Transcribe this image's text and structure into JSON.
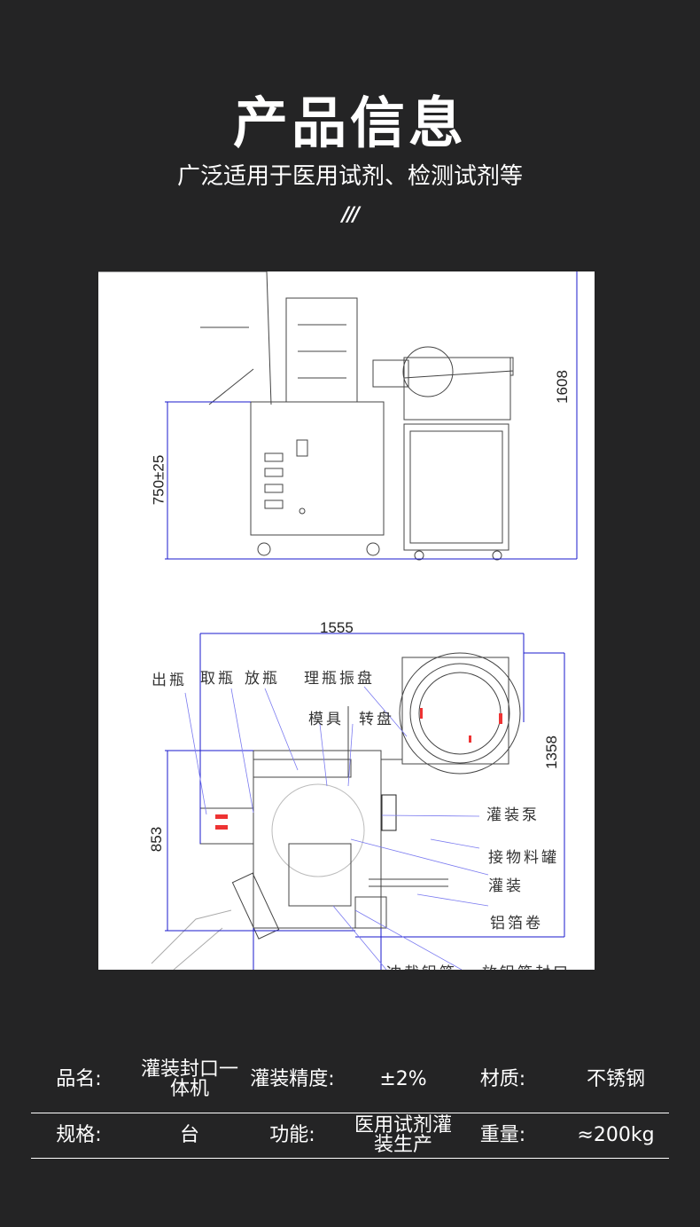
{
  "header": {
    "title": "产品信息",
    "subtitle": "广泛适用于医用试剂、检测试剂等",
    "decoration": "///"
  },
  "drawing": {
    "dimensions": {
      "height_total": "1608",
      "table_height": "750±25",
      "width": "1555",
      "depth": "1358",
      "depth_main": "853"
    },
    "labels": {
      "bottle_out": "出瓶",
      "bottle_pick": "取瓶",
      "bottle_place": "放瓶",
      "vibrating_tray": "理瓶振盘",
      "mold": "模具",
      "turntable": "转盘",
      "filling_pump": "灌装泵",
      "material_tank": "接物料罐",
      "filling": "灌装",
      "foil_roll": "铝箔卷",
      "foil_punch": "冲裁铝箔",
      "foil_seal": "放铝箔封口"
    }
  },
  "specs": {
    "rows": [
      [
        {
          "label": "品名:",
          "value": "灌装封口一体机"
        },
        {
          "label": "灌装精度:",
          "value": "±2%"
        },
        {
          "label": "材质:",
          "value": "不锈钢"
        }
      ],
      [
        {
          "label": "规格:",
          "value": "台"
        },
        {
          "label": "功能:",
          "value": "医用试剂灌装生产"
        },
        {
          "label": "重量:",
          "value": "≈200kg"
        }
      ]
    ]
  },
  "colors": {
    "background": "#242425",
    "dimension_line": "#1a1acc",
    "text": "#ffffff"
  }
}
